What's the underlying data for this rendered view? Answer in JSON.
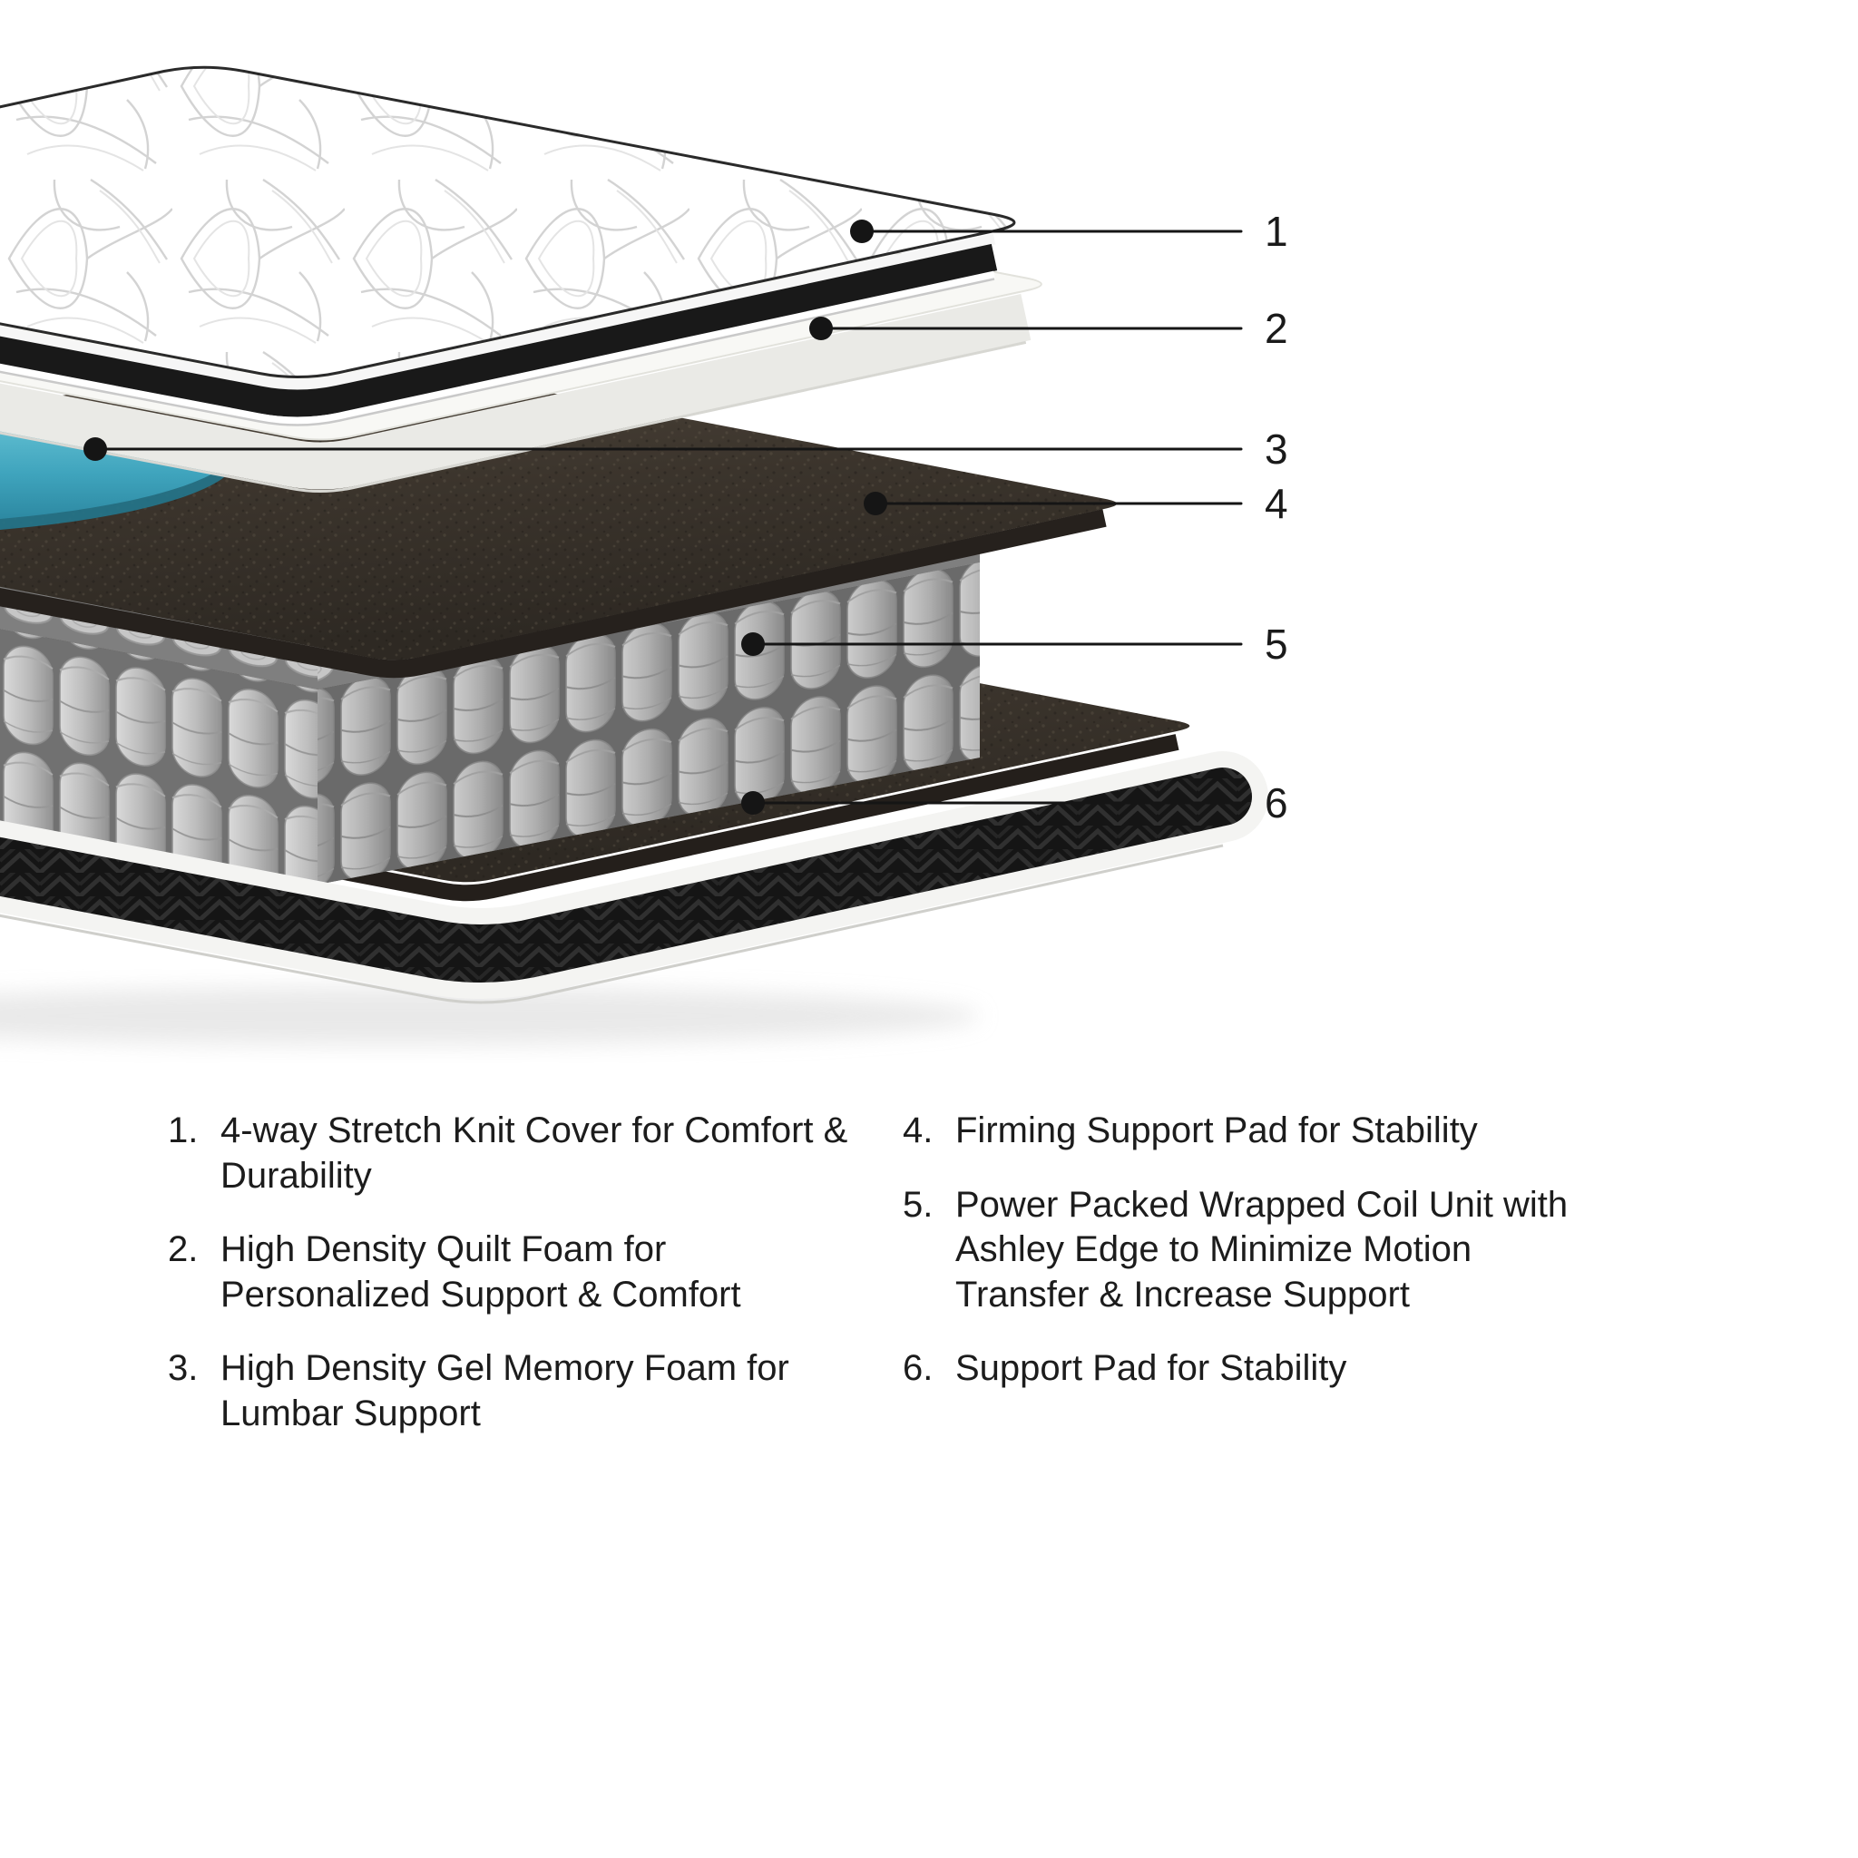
{
  "diagram": {
    "callouts": [
      {
        "number": "1"
      },
      {
        "number": "2"
      },
      {
        "number": "3"
      },
      {
        "number": "4"
      },
      {
        "number": "5"
      },
      {
        "number": "6"
      }
    ]
  },
  "legend": {
    "left": [
      {
        "number": "1.",
        "text": "4-way Stretch Knit Cover for Comfort & Durability"
      },
      {
        "number": "2.",
        "text": "High Density Quilt Foam for Personalized Support & Comfort"
      },
      {
        "number": "3.",
        "text": "High Density Gel Memory Foam for Lumbar Support"
      }
    ],
    "right": [
      {
        "number": "4.",
        "text": "Firming Support Pad for Stability"
      },
      {
        "number": "5.",
        "text": "Power Packed Wrapped Coil Unit with Ashley Edge to Minimize Motion Transfer & Increase Support"
      },
      {
        "number": "6.",
        "text": "Support Pad for Stability"
      }
    ]
  },
  "colors": {
    "text": "#1c1c1c",
    "gel_accent": "#3fa4bd",
    "pad_dark": "#453e36",
    "coil_gray": "#bdbdbd",
    "edge_black": "#161616"
  }
}
